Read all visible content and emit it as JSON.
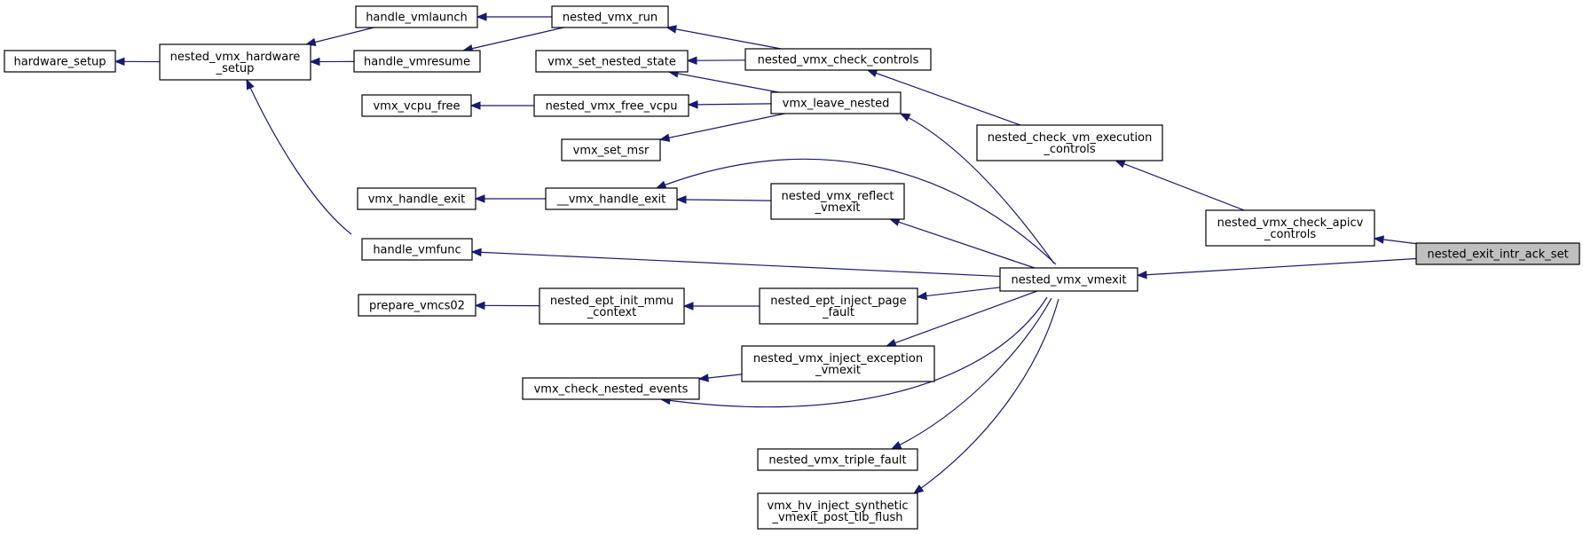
{
  "graph": {
    "nodes": {
      "hardware_setup": [
        "hardware_setup"
      ],
      "nested_vmx_hardware_setup": [
        "nested_vmx_hardware",
        "_setup"
      ],
      "handle_vmlaunch": [
        "handle_vmlaunch"
      ],
      "handle_vmresume": [
        "handle_vmresume"
      ],
      "nested_vmx_run": [
        "nested_vmx_run"
      ],
      "vmx_set_nested_state": [
        "vmx_set_nested_state"
      ],
      "nested_vmx_check_controls": [
        "nested_vmx_check_controls"
      ],
      "vmx_vcpu_free": [
        "vmx_vcpu_free"
      ],
      "nested_vmx_free_vcpu": [
        "nested_vmx_free_vcpu"
      ],
      "vmx_leave_nested": [
        "vmx_leave_nested"
      ],
      "vmx_set_msr": [
        "vmx_set_msr"
      ],
      "nested_check_vm_execution_controls": [
        "nested_check_vm_execution",
        "_controls"
      ],
      "vmx_handle_exit": [
        "vmx_handle_exit"
      ],
      "__vmx_handle_exit": [
        "__vmx_handle_exit"
      ],
      "nested_vmx_reflect_vmexit": [
        "nested_vmx_reflect",
        "_vmexit"
      ],
      "nested_vmx_check_apicv_controls": [
        "nested_vmx_check_apicv",
        "_controls"
      ],
      "nested_exit_intr_ack_set": [
        "nested_exit_intr_ack_set"
      ],
      "handle_vmfunc": [
        "handle_vmfunc"
      ],
      "nested_vmx_vmexit": [
        "nested_vmx_vmexit"
      ],
      "prepare_vmcs02": [
        "prepare_vmcs02"
      ],
      "nested_ept_init_mmu_context": [
        "nested_ept_init_mmu",
        "_context"
      ],
      "nested_ept_inject_page_fault": [
        "nested_ept_inject_page",
        "_fault"
      ],
      "nested_vmx_inject_exception_vmexit": [
        "nested_vmx_inject_exception",
        "_vmexit"
      ],
      "vmx_check_nested_events": [
        "vmx_check_nested_events"
      ],
      "nested_vmx_triple_fault": [
        "nested_vmx_triple_fault"
      ],
      "vmx_hv_inject_synthetic_vmexit_post_tlb_flush": [
        "vmx_hv_inject_synthetic",
        "_vmexit_post_tlb_flush"
      ]
    },
    "highlighted": "nested_exit_intr_ack_set",
    "edges": [
      [
        "hardware_setup",
        "nested_vmx_hardware_setup"
      ],
      [
        "nested_vmx_hardware_setup",
        "handle_vmlaunch"
      ],
      [
        "nested_vmx_hardware_setup",
        "handle_vmresume"
      ],
      [
        "nested_vmx_hardware_setup",
        "handle_vmfunc"
      ],
      [
        "handle_vmlaunch",
        "nested_vmx_run"
      ],
      [
        "handle_vmresume",
        "nested_vmx_run"
      ],
      [
        "nested_vmx_run",
        "nested_vmx_check_controls"
      ],
      [
        "vmx_set_nested_state",
        "nested_vmx_check_controls"
      ],
      [
        "vmx_set_nested_state",
        "vmx_leave_nested"
      ],
      [
        "vmx_vcpu_free",
        "nested_vmx_free_vcpu"
      ],
      [
        "nested_vmx_free_vcpu",
        "vmx_leave_nested"
      ],
      [
        "vmx_set_msr",
        "vmx_leave_nested"
      ],
      [
        "nested_vmx_check_controls",
        "nested_check_vm_execution_controls"
      ],
      [
        "nested_check_vm_execution_controls",
        "nested_vmx_check_apicv_controls"
      ],
      [
        "nested_vmx_check_apicv_controls",
        "nested_exit_intr_ack_set"
      ],
      [
        "nested_vmx_vmexit",
        "nested_exit_intr_ack_set"
      ],
      [
        "vmx_handle_exit",
        "__vmx_handle_exit"
      ],
      [
        "__vmx_handle_exit",
        "nested_vmx_reflect_vmexit"
      ],
      [
        "__vmx_handle_exit",
        "nested_vmx_vmexit"
      ],
      [
        "vmx_leave_nested",
        "nested_vmx_vmexit"
      ],
      [
        "nested_vmx_reflect_vmexit",
        "nested_vmx_vmexit"
      ],
      [
        "handle_vmfunc",
        "nested_vmx_vmexit"
      ],
      [
        "nested_ept_inject_page_fault",
        "nested_vmx_vmexit"
      ],
      [
        "nested_vmx_inject_exception_vmexit",
        "nested_vmx_vmexit"
      ],
      [
        "vmx_check_nested_events",
        "nested_vmx_vmexit"
      ],
      [
        "nested_vmx_triple_fault",
        "nested_vmx_vmexit"
      ],
      [
        "vmx_hv_inject_synthetic_vmexit_post_tlb_flush",
        "nested_vmx_vmexit"
      ],
      [
        "prepare_vmcs02",
        "nested_ept_init_mmu_context"
      ],
      [
        "nested_ept_init_mmu_context",
        "nested_ept_inject_page_fault"
      ],
      [
        "vmx_check_nested_events",
        "nested_vmx_inject_exception_vmexit"
      ]
    ]
  }
}
